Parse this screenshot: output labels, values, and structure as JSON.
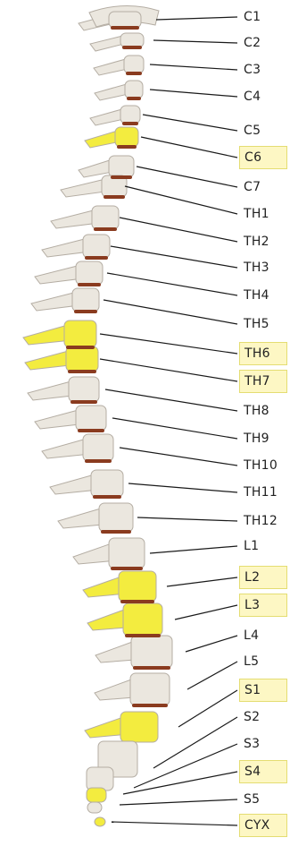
{
  "colors": {
    "highlight": "#f3ec3f",
    "bone": "#ebe7df",
    "bone_shadow": "#b4ada3",
    "disc": "#8a3b1f",
    "leader_line": "#1a1a1a",
    "label_highlight_bg": "#fdf7c4"
  },
  "vertebrae": [
    {
      "label": "C1",
      "highlighted": false
    },
    {
      "label": "C2",
      "highlighted": false
    },
    {
      "label": "C3",
      "highlighted": false
    },
    {
      "label": "C4",
      "highlighted": false
    },
    {
      "label": "C5",
      "highlighted": false
    },
    {
      "label": "C6",
      "highlighted": true
    },
    {
      "label": "C7",
      "highlighted": false
    },
    {
      "label": "TH1",
      "highlighted": false
    },
    {
      "label": "TH2",
      "highlighted": false
    },
    {
      "label": "TH3",
      "highlighted": false
    },
    {
      "label": "TH4",
      "highlighted": false
    },
    {
      "label": "TH5",
      "highlighted": false
    },
    {
      "label": "TH6",
      "highlighted": true
    },
    {
      "label": "TH7",
      "highlighted": true
    },
    {
      "label": "TH8",
      "highlighted": false
    },
    {
      "label": "TH9",
      "highlighted": false
    },
    {
      "label": "TH10",
      "highlighted": false
    },
    {
      "label": "TH11",
      "highlighted": false
    },
    {
      "label": "TH12",
      "highlighted": false
    },
    {
      "label": "L1",
      "highlighted": false
    },
    {
      "label": "L2",
      "highlighted": true
    },
    {
      "label": "L3",
      "highlighted": true
    },
    {
      "label": "L4",
      "highlighted": false
    },
    {
      "label": "L5",
      "highlighted": false
    },
    {
      "label": "S1",
      "highlighted": true
    },
    {
      "label": "S2",
      "highlighted": false
    },
    {
      "label": "S3",
      "highlighted": false
    },
    {
      "label": "S4",
      "highlighted": true
    },
    {
      "label": "S5",
      "highlighted": false
    },
    {
      "label": "CYX",
      "highlighted": true
    }
  ]
}
